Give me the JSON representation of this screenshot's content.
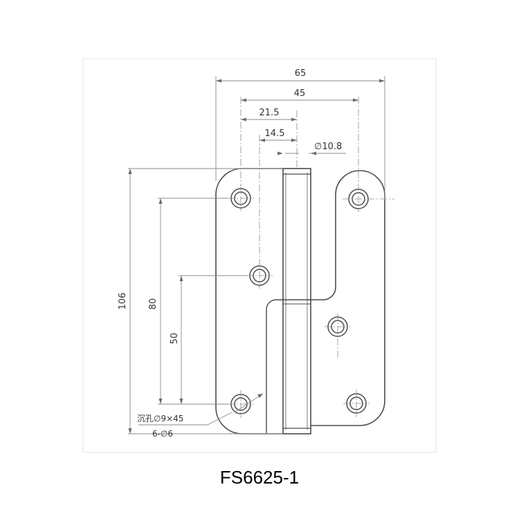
{
  "drawing": {
    "dimensions": {
      "overall_width": "65",
      "leaf_width": "45",
      "hole_offset_a": "21.5",
      "hole_offset_b": "14.5",
      "pin_diameter": "∅10.8",
      "overall_height": "106",
      "hole_spacing_80": "80",
      "hole_spacing_50": "50"
    },
    "notes": {
      "countersink": "沉孔∅9×45",
      "holes": "6-∅6"
    },
    "colors": {
      "line": "#4a4a4a",
      "dim_line": "#8a8a8a",
      "frame": "#dddddd"
    }
  },
  "caption": {
    "model": "FS6625-1"
  }
}
